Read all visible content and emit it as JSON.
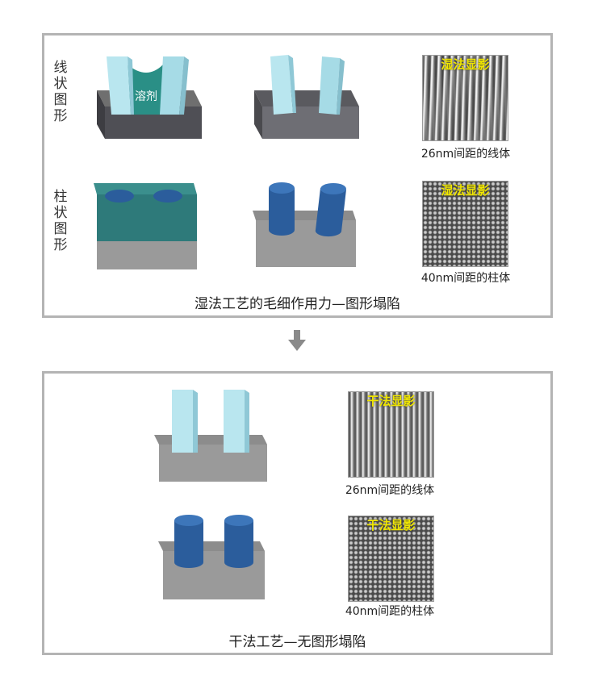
{
  "top_panel": {
    "row1_label": "线状图形",
    "row2_label": "柱状图形",
    "solvent_label": "溶剂",
    "sem_line": {
      "title": "湿法显影",
      "caption": "26nm间距的线体"
    },
    "sem_pillar": {
      "title": "湿法显影",
      "caption": "40nm间距的柱体"
    },
    "caption": "湿法工艺的毛细作用力—图形塌陷"
  },
  "bottom_panel": {
    "sem_line": {
      "title": "干法显影",
      "caption": "26nm间距的线体"
    },
    "sem_pillar": {
      "title": "干法显影",
      "caption": "40nm间距的柱体"
    },
    "caption": "干法工艺—无图形塌陷"
  },
  "colors": {
    "panel_border": "#b4b4b4",
    "resist_cyan": "#a8dde8",
    "solvent_teal": "#2a8f86",
    "pillar_blue": "#2b5d9c",
    "substrate_gray": "#8a8a8a",
    "sem_label_yellow": "#f0e600"
  },
  "icons": [
    "down-arrow-icon"
  ]
}
